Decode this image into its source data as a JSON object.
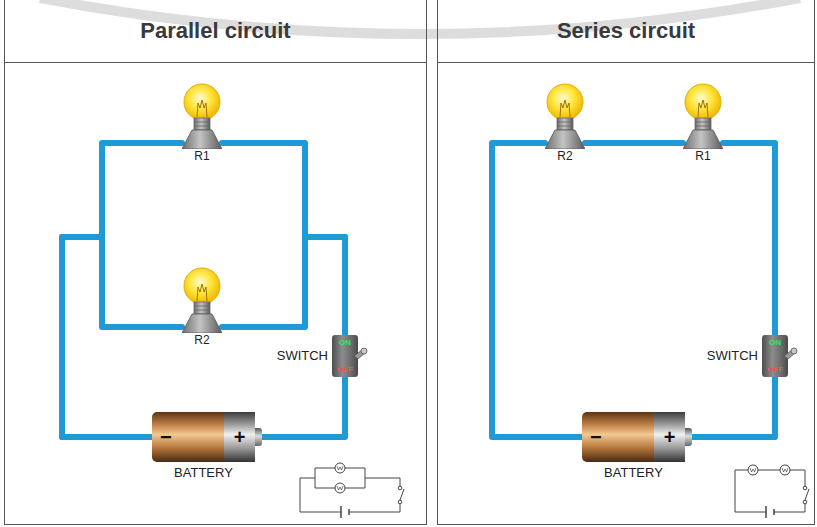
{
  "diagram": {
    "nodes": [
      {
        "text": [
          "Parallel circuit"
        ]
      },
      {
        "text": [
          "R1"
        ],
        "in": 0
      },
      {
        "text": [
          "R2"
        ],
        "in": 0
      },
      {
        "text": [
          "SWITCH",
          "ON",
          "OFF"
        ],
        "in": 0
      },
      {
        "text": [
          "−",
          "+",
          "BATTERY"
        ],
        "in": 0
      },
      {
        "text": [
          "Series circuit"
        ]
      },
      {
        "text": [
          "R2"
        ],
        "in": 5
      },
      {
        "text": [
          "R1"
        ],
        "in": 5
      },
      {
        "text": [
          "SWITCH",
          "ON",
          "OFF"
        ],
        "in": 5
      },
      {
        "text": [
          "−",
          "+",
          "BATTERY"
        ],
        "in": 5
      }
    ],
    "edges": [
      {
        "from": 4,
        "to": 3,
        "arrow": "none"
      },
      {
        "from": 3,
        "to": 1,
        "arrow": "none"
      },
      {
        "from": 3,
        "to": 2,
        "arrow": "none"
      },
      {
        "from": 1,
        "to": 4,
        "arrow": "none"
      },
      {
        "from": 2,
        "to": 4,
        "arrow": "none"
      },
      {
        "from": 9,
        "to": 8,
        "arrow": "none"
      },
      {
        "from": 8,
        "to": 7,
        "arrow": "none"
      },
      {
        "from": 7,
        "to": 6,
        "arrow": "none"
      },
      {
        "from": 6,
        "to": 9,
        "arrow": "none"
      }
    ]
  }
}
